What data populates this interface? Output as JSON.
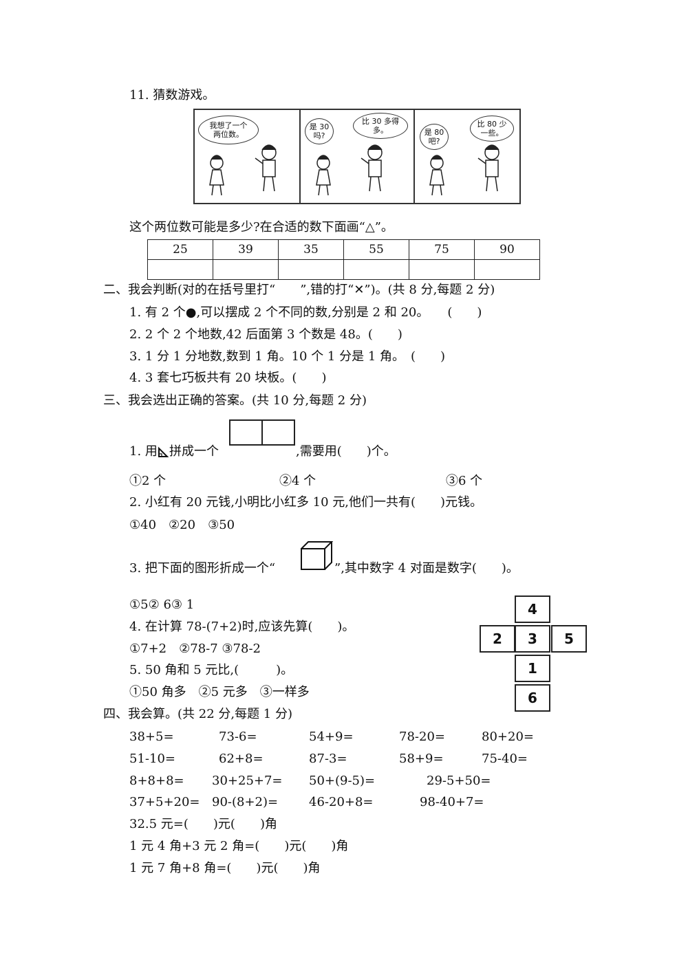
{
  "q11_title": "11. 猜数游戏。",
  "comic": {
    "panel1_bubble": "我想了一个\n两位数。",
    "panel2_bubble_left": "是 30\n吗?",
    "panel2_bubble_right": "比 30 多得\n多。",
    "panel3_bubble_left": "是 80\n吧?",
    "panel3_bubble_right": "比 80 少\n一些。"
  },
  "q11_prompt": "这个两位数可能是多少?在合适的数下面画“△”。",
  "guess_table": [
    "25",
    "39",
    "35",
    "55",
    "75",
    "90"
  ],
  "section2": {
    "heading": "二、我会判断(对的在括号里打“　　”,错的打“✕”)。(共 8 分,每题 2 分)",
    "items": [
      "1. 有 2 个●,可以摆成 2 个不同的数,分别是 2 和 20。　　(　　)",
      "2. 2 个 2 个地数,42 后面第 3 个数是 48。(　　)",
      "3. 1 分 1 分地数,数到 1 角。10 个 1 分是 1 角。　(　　)",
      "4. 3 套七巧板共有 20 块板。(　　)"
    ]
  },
  "section3": {
    "heading": "三、我会选出正确的答案。(共 10 分,每题 2 分)",
    "q1_a": "1. 用",
    "q1_b": "拼成一个",
    "q1_c": ",需要用(　　)个。",
    "q1_options": [
      "①2 个",
      "②4 个",
      "③6 个"
    ],
    "q2": "2. 小红有 20 元钱,小明比小红多 10 元,他们一共有(　　)元钱。",
    "q2_options": "①40　②20　③50",
    "q3_a": "3. 把下面的图形折成一个“",
    "q3_b": "”,其中数字 4 对面是数字(　　)。",
    "q3_options": "①5② 6③ 1",
    "q4": "4. 在计算 78-(7+2)时,应该先算(　　)。",
    "q4_options": "①7+2　②78-7 ③78-2",
    "q5": "5. 50 角和 5 元比,(　　　)。",
    "q5_options": "①50 角多　②5 元多　③一样多",
    "net_labels": [
      "4",
      "2",
      "3",
      "5",
      "1",
      "6"
    ]
  },
  "section4": {
    "heading": "四、我会算。(共 22 分,每题 1 分)",
    "row1": [
      "38+5=",
      "73-6=",
      "54+9=",
      "78-20=",
      "80+20="
    ],
    "row2": [
      "51-10=",
      "62+8=",
      "87-3=",
      "58+9=",
      "75-40="
    ],
    "row3": [
      "8+8+8=",
      "30+25+7=",
      "50+(9-5)=",
      "29-5+50="
    ],
    "row4": [
      "37+5+20=",
      "90-(8+2)=",
      "46-20+8=",
      "98-40+7="
    ],
    "money1": "32.5 元=(　　)元(　　)角",
    "money2": "1 元 4 角+3 元 2 角=(　　)元(　　)角",
    "money3": "1 元 7 角+8 角=(　　)元(　　)角"
  }
}
